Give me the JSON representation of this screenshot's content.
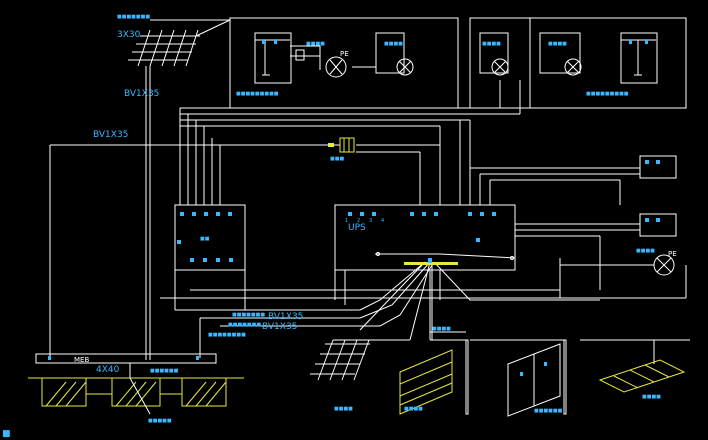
{
  "labels": {
    "grid_size": "3X30",
    "cable_1": "BV1X35",
    "cable_2": "BV1X35",
    "cable_3": "BV1X35",
    "cable_4": "BV1X35",
    "bar_size": "4X40",
    "meb": "MEB",
    "ups": "UPS",
    "pe_1": "PE",
    "pe_2": "PE",
    "num_1": "1",
    "num_2": "2",
    "num_3": "3",
    "num_4": "4"
  },
  "colors": {
    "background": "#000000",
    "wire": "#ffffff",
    "earth_bar": "#e8e840",
    "annotation": "#39b7ff"
  }
}
